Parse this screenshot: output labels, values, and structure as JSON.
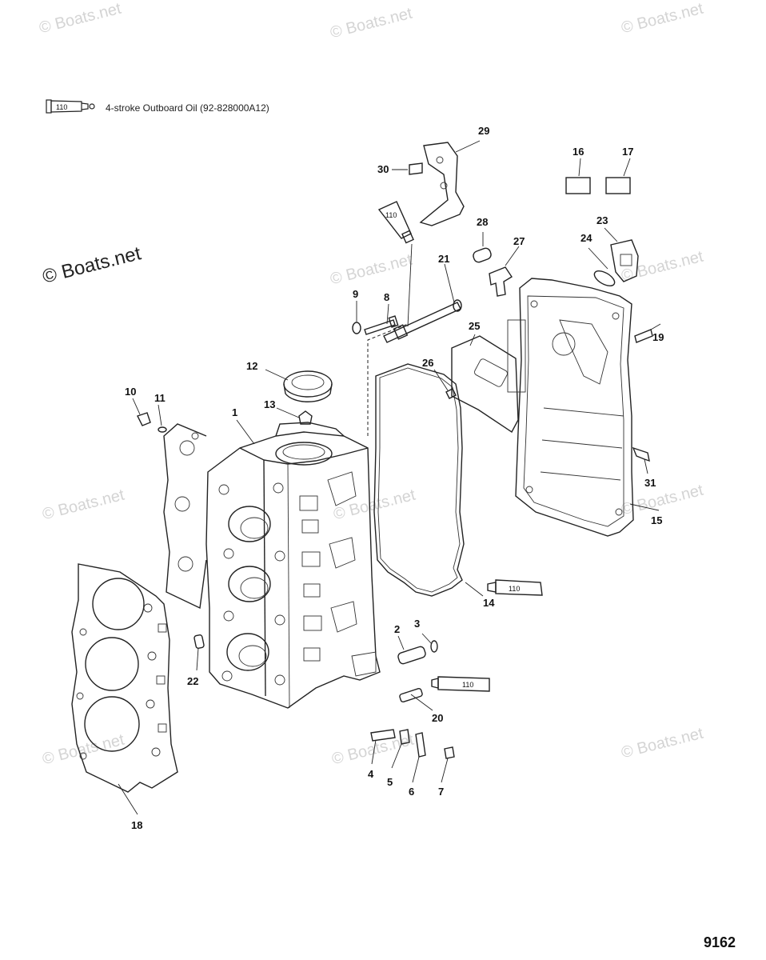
{
  "watermark": {
    "text": "© Boats.net",
    "copies": [
      "© Boats.net",
      "© Boats.net",
      "© Boats.net",
      "© Boats.net",
      "© Boats.net",
      "© Boats.net",
      "© Boats.net",
      "© Boats.net",
      "© Boats.net",
      "© Boats.net",
      "© Boats.net"
    ],
    "prominent": "© Boats.net"
  },
  "legend": {
    "tube_label": "110",
    "text": "4-stroke Outboard Oil (92-828000A12)"
  },
  "lubricant_tube_label": "110",
  "callouts": [
    "1",
    "2",
    "3",
    "4",
    "5",
    "6",
    "7",
    "8",
    "9",
    "10",
    "11",
    "12",
    "13",
    "14",
    "15",
    "16",
    "17",
    "18",
    "19",
    "20",
    "21",
    "22",
    "23",
    "24",
    "25",
    "26",
    "27",
    "28",
    "29",
    "30",
    "31"
  ],
  "diagram_number": "9162"
}
